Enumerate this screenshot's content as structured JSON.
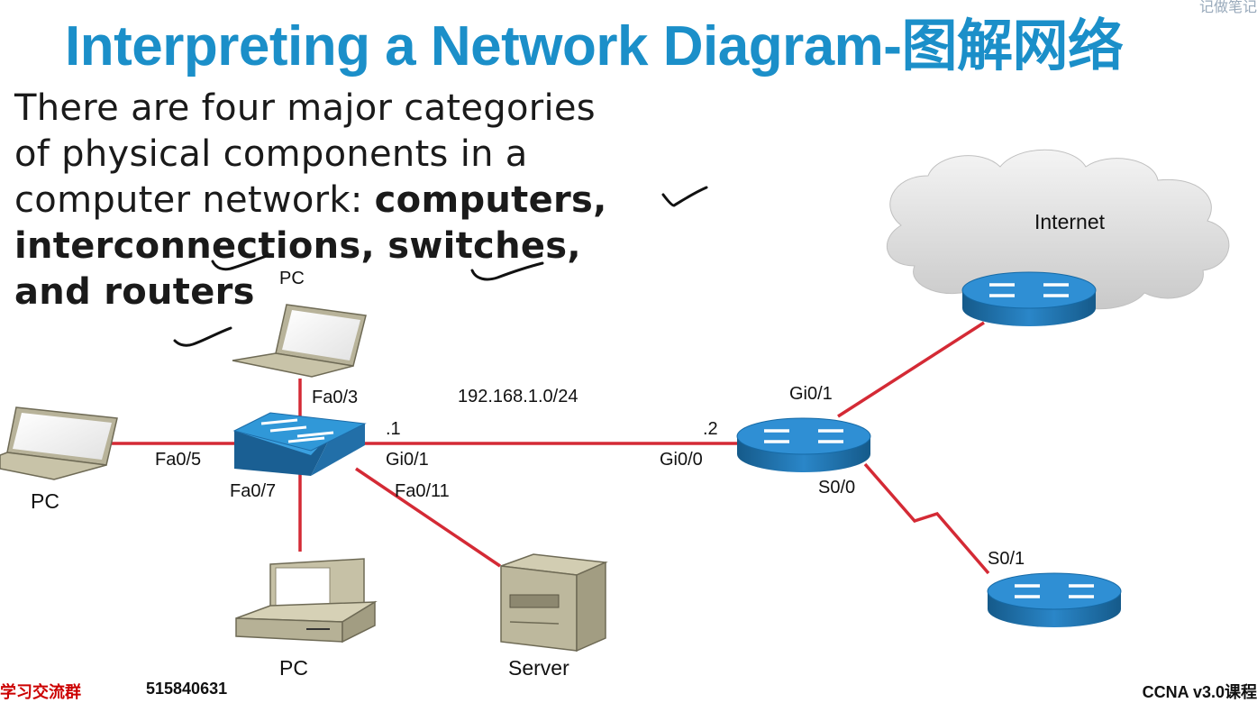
{
  "title": "Interpreting a Network Diagram-图解网络",
  "corner_text": "记做笔记",
  "body": {
    "line1": "There are four major categories",
    "line2": "of physical components in a",
    "line3_plain": "computer network: ",
    "line3_bold": "computers,",
    "line4": "interconnections, switches,",
    "line5": "and routers"
  },
  "labels": {
    "pc_top": "PC",
    "pc_left": "PC",
    "pc_bottom": "PC",
    "server": "Server",
    "internet": "Internet",
    "fa0_3": "Fa0/3",
    "fa0_5": "Fa0/5",
    "fa0_7": "Fa0/7",
    "fa0_11": "Fa0/11",
    "gi0_1_switch": "Gi0/1",
    "gi0_0": "Gi0/0",
    "gi0_1_router": "Gi0/1",
    "s0_0": "S0/0",
    "s0_1": "S0/1",
    "subnet": "192.168.1.0/24",
    "host1": ".1",
    "host2": ".2"
  },
  "footer": {
    "left": "学习交流群",
    "number": "515840631",
    "right": "CCNA v3.0课程"
  },
  "colors": {
    "title": "#1b8fc9",
    "link": "#d42a35",
    "router": "#1f78b4",
    "switch": "#1f78b4"
  }
}
